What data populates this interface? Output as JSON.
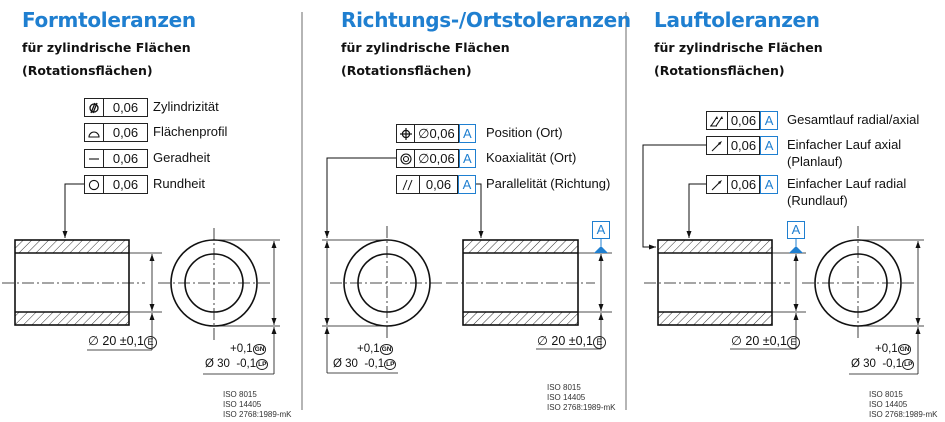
{
  "colors": {
    "accent": "#1f7fd0",
    "line": "#222222",
    "divider": "#b5b5b5"
  },
  "panels": [
    {
      "title": "Formtoleranzen",
      "subtitle1": "für zylindrische Flächen",
      "subtitle2": "(Rotationsflächen)",
      "frames": [
        {
          "symbol": "cylindricity-icon",
          "value": "0,06",
          "label": "Zylindrizität"
        },
        {
          "symbol": "profile-surface-icon",
          "value": "0,06",
          "label": "Flächenprofil"
        },
        {
          "symbol": "straightness-icon",
          "value": "0,06",
          "label": "Geradheit"
        },
        {
          "symbol": "circularity-icon",
          "value": "0,06",
          "label": "Rundheit"
        }
      ],
      "dim_inner": {
        "prefix": "∅ 20 ±0,1",
        "modifier": "E"
      },
      "dim_outer": {
        "upper": "+0,1",
        "upper_mod": "GN",
        "main": "Ø 30  -0,1",
        "lower_mod": "LP"
      },
      "iso": "ISO 8015\nISO 14405\nISO 2768:1989-mK"
    },
    {
      "title": "Richtungs-/Ortstoleranzen",
      "subtitle1": "für zylindrische Flächen",
      "subtitle2": "(Rotationsflächen)",
      "frames": [
        {
          "symbol": "position-icon",
          "value": "∅0,06",
          "datum": "A",
          "label": "Position (Ort)"
        },
        {
          "symbol": "concentricity-icon",
          "value": "∅0,06",
          "datum": "A",
          "label": "Koaxialität (Ort)"
        },
        {
          "symbol": "parallelism-icon",
          "value": "0,06",
          "datum": "A",
          "label": "Parallelität (Richtung)"
        }
      ],
      "datum_label": "A",
      "dim_inner": {
        "prefix": "∅ 20 ±0,1",
        "modifier": "E"
      },
      "dim_outer": {
        "upper": "+0,1",
        "upper_mod": "GN",
        "main": "Ø 30  -0,1",
        "lower_mod": "LP"
      },
      "iso": "ISO 8015\nISO 14405\nISO 2768:1989-mK"
    },
    {
      "title": "Lauftoleranzen",
      "subtitle1": "für zylindrische Flächen",
      "subtitle2": "(Rotationsflächen)",
      "frames": [
        {
          "symbol": "total-runout-icon",
          "value": "0,06",
          "datum": "A",
          "label": "Gesamtlauf radial/axial"
        },
        {
          "symbol": "circular-runout-icon",
          "value": "0,06",
          "datum": "A",
          "label": "Einfacher Lauf axial",
          "label2": "(Planlauf)"
        },
        {
          "symbol": "circular-runout-icon",
          "value": "0,06",
          "datum": "A",
          "label": "Einfacher Lauf radial",
          "label2": "(Rundlauf)"
        }
      ],
      "datum_label": "A",
      "dim_inner": {
        "prefix": "∅ 20 ±0,1",
        "modifier": "E"
      },
      "dim_outer": {
        "upper": "+0,1",
        "upper_mod": "GN",
        "main": "Ø 30  -0,1",
        "lower_mod": "LP"
      },
      "iso": "ISO 8015\nISO 14405\nISO 2768:1989-mK"
    }
  ]
}
